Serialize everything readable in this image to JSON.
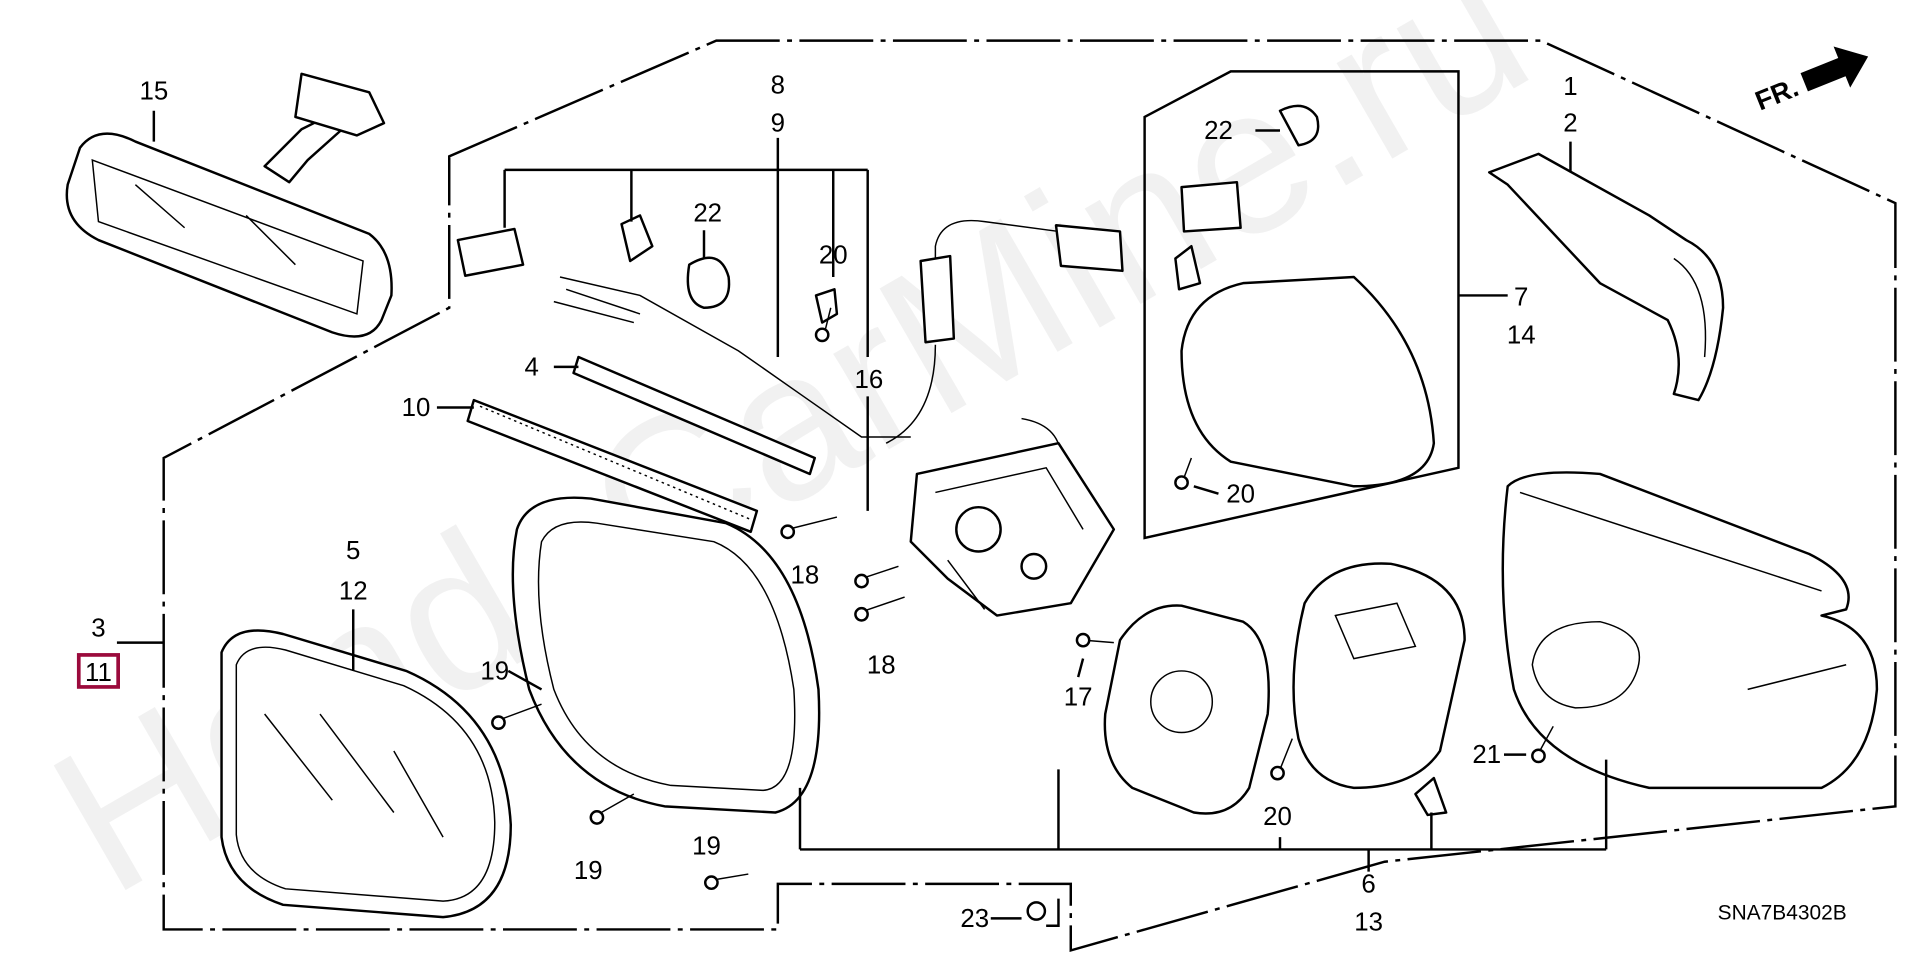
{
  "diagram": {
    "watermark": "HondaCarMine.ru",
    "code": "SNA7B4302B",
    "direction": "FR.",
    "highlight_color": "#9b0a3c",
    "labels": {
      "l15": "15",
      "l8": "8",
      "l9": "9",
      "l22a": "22",
      "l20a": "20",
      "l16": "16",
      "l4": "4",
      "l10": "10",
      "l18a": "18",
      "l18b": "18",
      "l5": "5",
      "l12": "12",
      "l3": "3",
      "l11": "11",
      "l19a": "19",
      "l19b": "19",
      "l19c": "19",
      "l17": "17",
      "l22b": "22",
      "l20b": "20",
      "l7": "7",
      "l14": "14",
      "l1": "1",
      "l2": "2",
      "l21": "21",
      "l20c": "20",
      "l6": "6",
      "l13": "13",
      "l23": "23"
    }
  }
}
